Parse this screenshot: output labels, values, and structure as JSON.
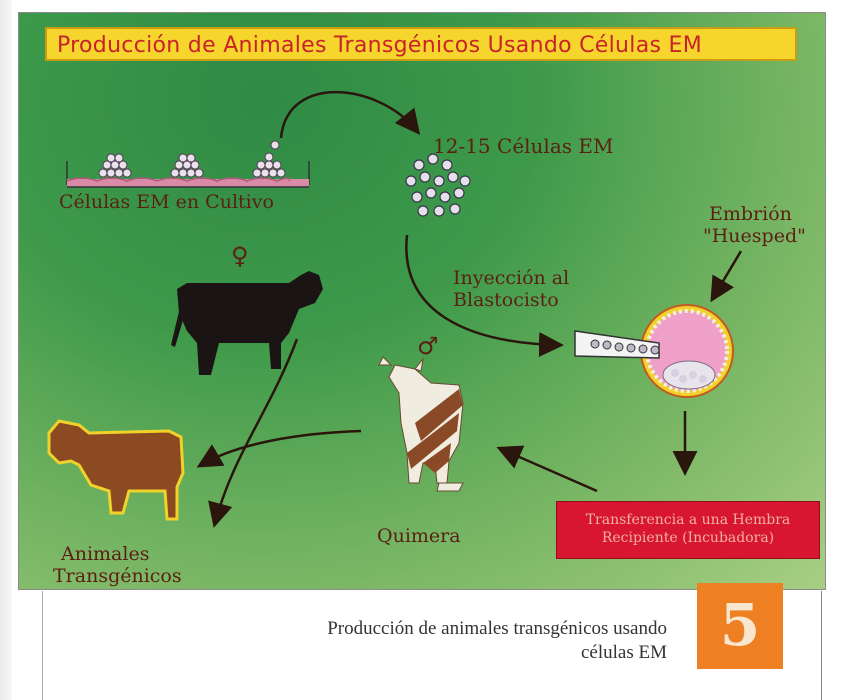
{
  "slide": {
    "title": "Producción de Animales Transgénicos Usando Células EM",
    "labels": {
      "cells_culture": "Células EM en Cultivo",
      "cells_count": "12-15 Células EM",
      "embryo_line1": "Embrión",
      "embryo_line2": "\"Huesped\"",
      "injection_line1": "Inyección al",
      "injection_line2": "Blastocisto",
      "chimera": "Quimera",
      "transgenic_line1": "Animales",
      "transgenic_line2": "Transgénicos",
      "transfer_line1": "Transferencia a una Hembra",
      "transfer_line2": "Recipiente (Incubadora)",
      "female_symbol": "♀",
      "male_symbol": "♂"
    },
    "colors": {
      "title_bg": "#f6d52c",
      "title_text": "#c8232b",
      "label_text": "#5b2014",
      "transfer_box": "#d8162f",
      "background_green": "#3e9a4a"
    }
  },
  "caption": {
    "line1": "Producción de animales transgénicos usando",
    "line2": "células EM",
    "number": "5",
    "number_bg": "#ee7f22"
  }
}
